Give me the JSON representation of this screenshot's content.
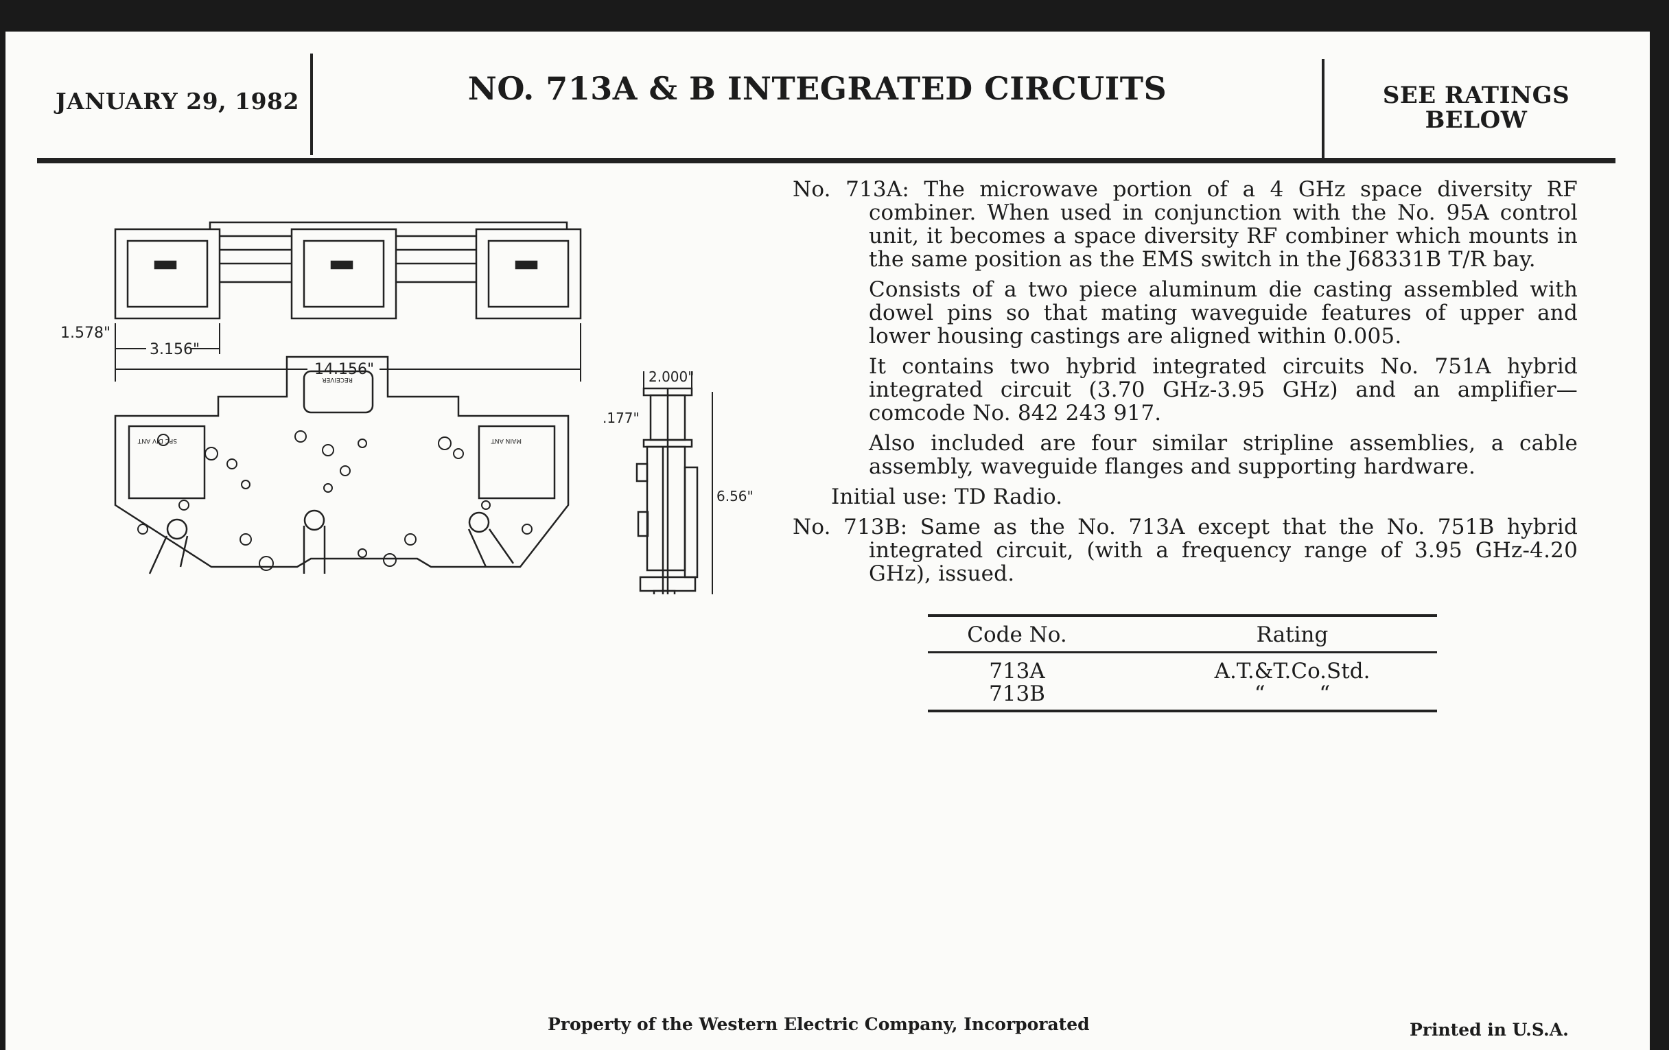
{
  "header": {
    "date": "JANUARY 29, 1982",
    "title": "NO. 713A & B INTEGRATED CIRCUITS",
    "ratings_line1": "SEE RATINGS",
    "ratings_line2": "BELOW"
  },
  "drawing": {
    "dim_offset": "1.578\"",
    "dim_pitch": "3.156\"",
    "dim_length": "14.156\"",
    "dim_width": "2.000\"",
    "dim_flange": ".177\"",
    "dim_height": "6.56\"",
    "label_receiver": "RECEIVER",
    "label_spc_div_ant": "SPC DIV ANT",
    "label_main_ant": "MAIN ANT"
  },
  "body": {
    "p1": "No. 713A: The microwave portion of a 4 GHz space diversity RF combiner. When used in conjunction with the No. 95A control unit, it becomes a space diversity RF combiner which mounts in the same position as the EMS switch in the J68331B T/R bay.",
    "p2": "Consists of a two piece aluminum die casting assembled with dowel pins so that mating waveguide features of upper and lower housing castings are aligned within 0.005.",
    "p3": "It contains two hybrid integrated circuits No. 751A hybrid integrated circuit (3.70 GHz-3.95 GHz) and an amplifier—comcode No. 842 243 917.",
    "p4": "Also included are four similar stripline assemblies, a cable assembly, waveguide flanges and supporting hardware.",
    "p5": "Initial use: TD Radio.",
    "p6": "No. 713B: Same as the No. 713A except that the No. 751B hybrid integrated circuit, (with a frequency range of 3.95 GHz-4.20 GHz), issued."
  },
  "table": {
    "headers": [
      "Code No.",
      "Rating"
    ],
    "rows": [
      [
        "713A",
        "A.T.&T.Co.Std."
      ],
      [
        "713B",
        "“        “"
      ]
    ]
  },
  "footer": {
    "property": "Property of the Western Electric Company, Incorporated",
    "printed": "Printed in U.S.A."
  }
}
